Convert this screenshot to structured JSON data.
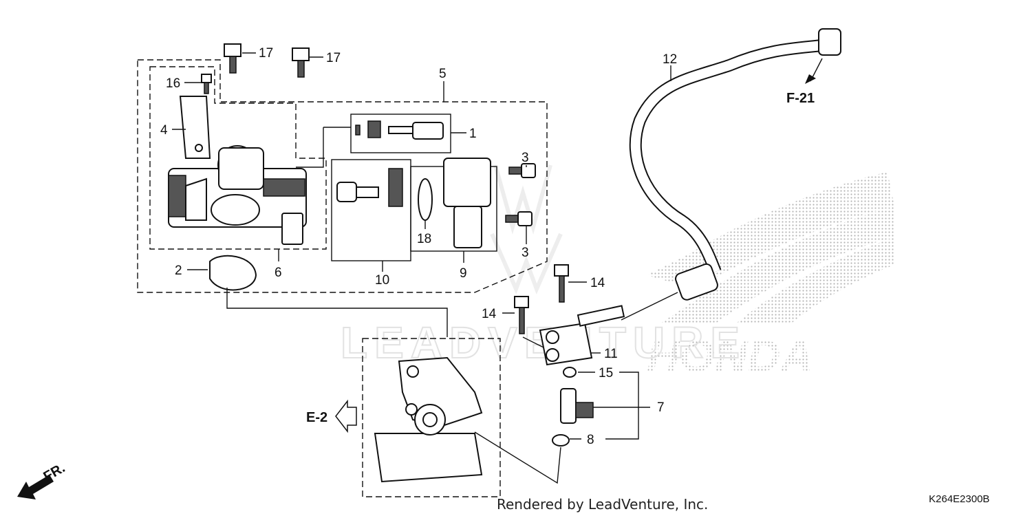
{
  "callouts": {
    "n1": "1",
    "n2": "2",
    "n3a": "3",
    "n3b": "3",
    "n4": "4",
    "n5": "5",
    "n6": "6",
    "n7": "7",
    "n8": "8",
    "n9": "9",
    "n10": "10",
    "n11": "11",
    "n12": "12",
    "n14a": "14",
    "n14b": "14",
    "n15": "15",
    "n16": "16",
    "n17a": "17",
    "n17b": "17",
    "n18": "18"
  },
  "refs": {
    "f21": "F-21",
    "e2": "E-2",
    "fr": "FR."
  },
  "watermark": {
    "text": "LEADVENTURE",
    "brand": "HONDA"
  },
  "footer": {
    "credit": "Rendered by LeadVenture, Inc.",
    "diagram_code": "K264E2300B"
  },
  "icons": [
    "front-direction-arrow-icon",
    "ref-arrow-icon",
    "honda-wing-logo"
  ]
}
